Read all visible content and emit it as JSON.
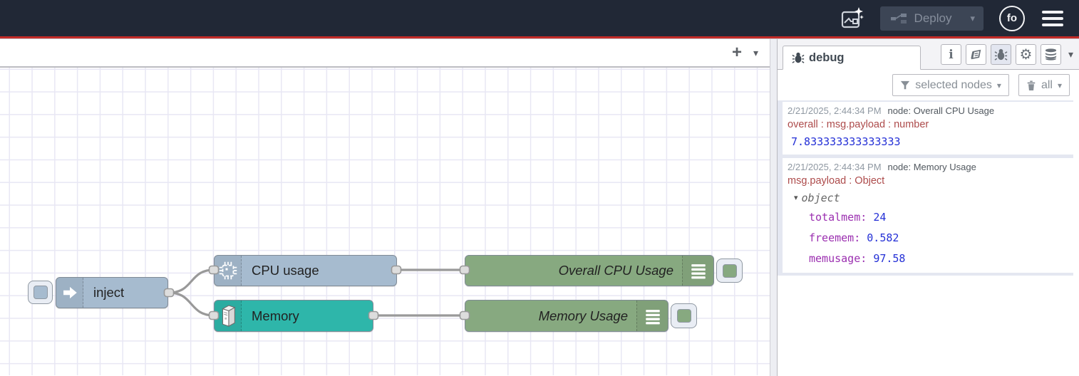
{
  "header": {
    "deploy_label": "Deploy",
    "user_initials": "fo"
  },
  "icons": {
    "plus": "+",
    "caret_down": "▾",
    "gear": "⚙"
  },
  "workspace": {
    "nodes": [
      {
        "id": "inject",
        "label": "inject"
      },
      {
        "id": "cpu",
        "label": "CPU usage"
      },
      {
        "id": "memory",
        "label": "Memory"
      },
      {
        "id": "debug-cpu",
        "label": "Overall CPU Usage"
      },
      {
        "id": "debug-mem",
        "label": "Memory Usage"
      }
    ]
  },
  "sidebar": {
    "tab_label": "debug",
    "filter_button_label": "selected nodes",
    "clear_button_label": "all",
    "messages": [
      {
        "timestamp": "2/21/2025, 2:44:34 PM",
        "node": "node: Overall CPU Usage",
        "property": "overall : msg.payload : number",
        "value": "7.833333333333333"
      },
      {
        "timestamp": "2/21/2025, 2:44:34 PM",
        "node": "node: Memory Usage",
        "property": "msg.payload : Object",
        "object_label": "object",
        "entries": [
          {
            "key": "totalmem:",
            "value": "24"
          },
          {
            "key": "freemem:",
            "value": "0.582"
          },
          {
            "key": "memusage:",
            "value": "97.58"
          }
        ]
      }
    ]
  },
  "colors": {
    "header-bg": "#212836",
    "accent-red": "#c22b27",
    "node-inject": "#a6bbcf",
    "node-cpu": "#a6bbcf",
    "node-memory": "#2eb6aa",
    "node-debug": "#87a980",
    "wire": "#999999",
    "timestamp": "#8f98a2",
    "debug-property": "#ad4b4b",
    "debug-number": "#2430d6",
    "debug-key": "#9b2fb0"
  }
}
